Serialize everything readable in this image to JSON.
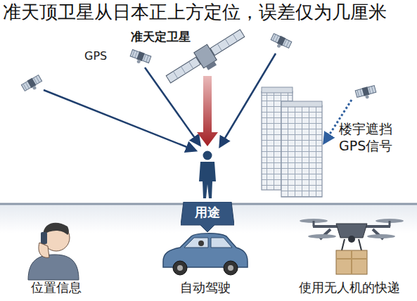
{
  "diagram": {
    "title": "准天顶卫星从日本正上方定位，误差仅为几厘米",
    "nodes": [
      {
        "text": [
          "用途"
        ]
      }
    ],
    "labels": [
      "GPS",
      "准天定卫星",
      "楼宇遮挡 GPS信号",
      "位置信息",
      "自动驾驶",
      "使用无人机的快递"
    ]
  }
}
